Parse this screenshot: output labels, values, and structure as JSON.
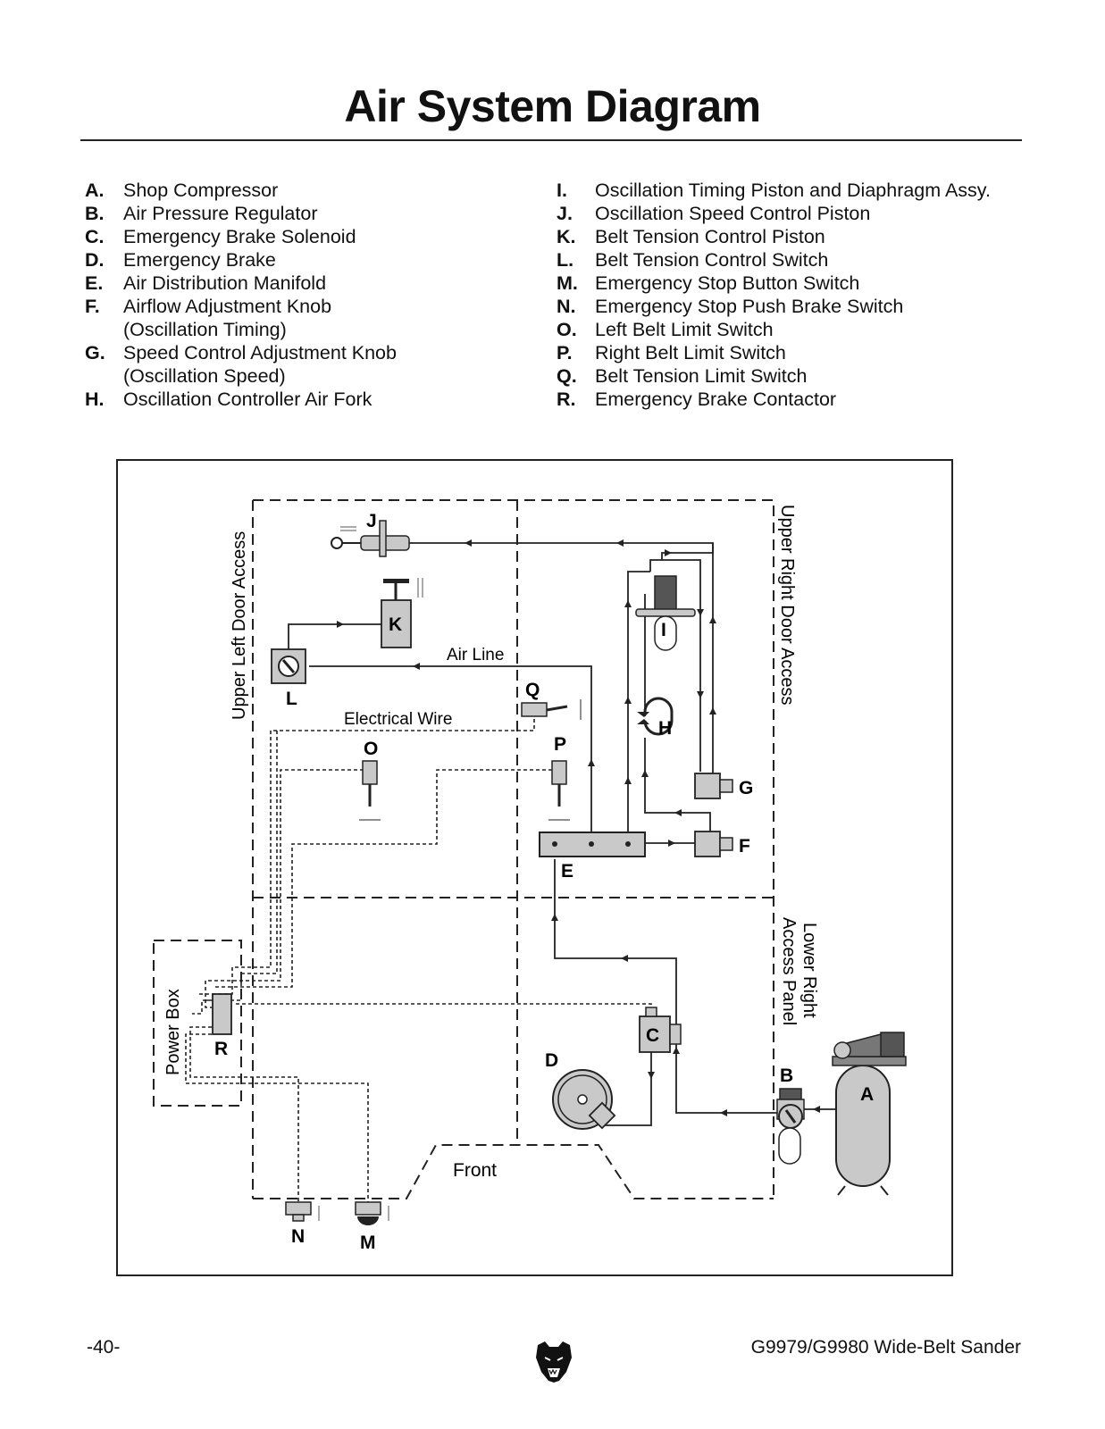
{
  "title": "Air System Diagram",
  "legend_left": [
    {
      "key": "A.",
      "label": "Shop Compressor"
    },
    {
      "key": "B.",
      "label": "Air Pressure Regulator"
    },
    {
      "key": "C.",
      "label": "Emergency Brake Solenoid"
    },
    {
      "key": "D.",
      "label": "Emergency Brake"
    },
    {
      "key": "E.",
      "label": "Air Distribution Manifold"
    },
    {
      "key": "F.",
      "label": "Airflow Adjustment Knob",
      "sub": "(Oscillation Timing)"
    },
    {
      "key": "G.",
      "label": "Speed Control Adjustment Knob",
      "sub": "(Oscillation Speed)"
    },
    {
      "key": "H.",
      "label": "Oscillation Controller Air Fork"
    }
  ],
  "legend_right": [
    {
      "key": "I.",
      "label": "Oscillation Timing Piston and Diaphragm Assy."
    },
    {
      "key": "J.",
      "label": "Oscillation Speed Control Piston"
    },
    {
      "key": "K.",
      "label": "Belt Tension Control Piston"
    },
    {
      "key": "L.",
      "label": "Belt Tension Control Switch"
    },
    {
      "key": "M.",
      "label": "Emergency Stop Button Switch"
    },
    {
      "key": "N.",
      "label": "Emergency Stop Push Brake Switch"
    },
    {
      "key": "O.",
      "label": "Left Belt Limit Switch"
    },
    {
      "key": "P.",
      "label": "Right Belt Limit Switch"
    },
    {
      "key": "Q.",
      "label": "Belt Tension Limit Switch"
    },
    {
      "key": "R.",
      "label": "Emergency Brake Contactor"
    }
  ],
  "diagram": {
    "region_labels": {
      "upper_left_door": "Upper Left Door Access",
      "upper_right_door": "Upper Right Door Access",
      "lower_right_panel_1": "Lower Right",
      "lower_right_panel_2": "Access Panel",
      "power_box": "Power Box",
      "front": "Front"
    },
    "line_labels": {
      "air_line": "Air Line",
      "electrical_wire": "Electrical Wire"
    },
    "component_letters": {
      "A": "A",
      "B": "B",
      "C": "C",
      "D": "D",
      "E": "E",
      "F": "F",
      "G": "G",
      "H": "H",
      "I": "I",
      "J": "J",
      "K": "K",
      "L": "L",
      "M": "M",
      "N": "N",
      "O": "O",
      "P": "P",
      "Q": "Q",
      "R": "R"
    }
  },
  "footer": {
    "page_number": "-40-",
    "model": "G9979/G9980 Wide-Belt Sander",
    "logo_icon": "bear-head-icon"
  },
  "colors": {
    "component_fill": "#c9c9c9",
    "dark_fill": "#555555",
    "line": "#222222"
  }
}
